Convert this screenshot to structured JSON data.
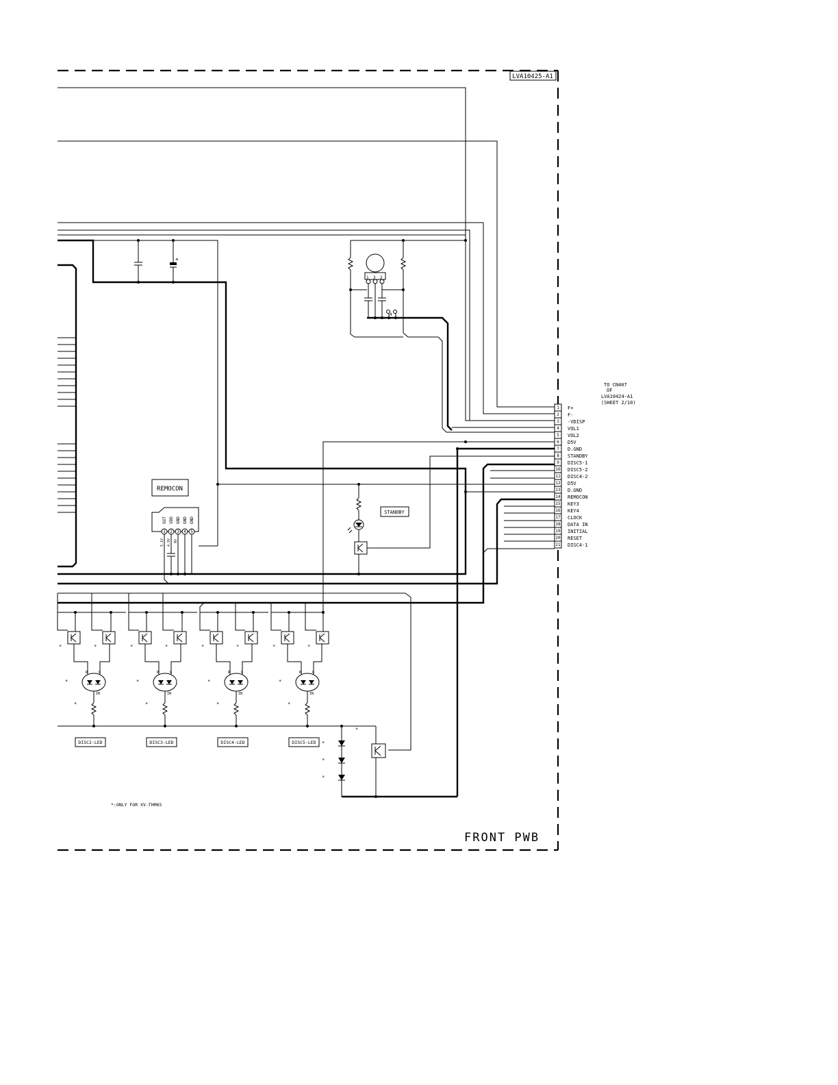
{
  "board": {
    "id": "LVA10425-A1",
    "name": "FRONT PWB"
  },
  "connector": {
    "note": [
      "TO CN407",
      "OF",
      "LVA10424-A1",
      "(SHEET 2/10)"
    ],
    "pins": [
      {
        "num": "1",
        "name": "F+"
      },
      {
        "num": "2",
        "name": "F-"
      },
      {
        "num": "3",
        "name": "-VDISP"
      },
      {
        "num": "4",
        "name": "VOL1"
      },
      {
        "num": "5",
        "name": "VOL2"
      },
      {
        "num": "6",
        "name": "D5V"
      },
      {
        "num": "7",
        "name": "D.GND"
      },
      {
        "num": "8",
        "name": "STANDBY"
      },
      {
        "num": "9",
        "name": "DISC5-1"
      },
      {
        "num": "10",
        "name": "DISC5-2"
      },
      {
        "num": "11",
        "name": "DISC4-2"
      },
      {
        "num": "12",
        "name": "D5V"
      },
      {
        "num": "13",
        "name": "D.GND"
      },
      {
        "num": "14",
        "name": "REMOCON"
      },
      {
        "num": "15",
        "name": "KEY3"
      },
      {
        "num": "16",
        "name": "KEY4"
      },
      {
        "num": "17",
        "name": "CLOCK"
      },
      {
        "num": "18",
        "name": "DATA IN"
      },
      {
        "num": "19",
        "name": "INITIAL"
      },
      {
        "num": "20",
        "name": "RESET"
      },
      {
        "num": "21",
        "name": "DISC4-1"
      }
    ]
  },
  "remocon": {
    "label": "REMOCON",
    "pins": [
      {
        "num": "1",
        "name": "OUT"
      },
      {
        "num": "2",
        "name": "VDD"
      },
      {
        "num": "3",
        "name": "GND"
      },
      {
        "num": "4",
        "name": "GND"
      },
      {
        "num": "5",
        "name": "GND"
      }
    ],
    "volt1": "5.1V",
    "volt2": "4.9V",
    "volt3": "0V"
  },
  "standby": {
    "label": "STANDBY"
  },
  "volume_pins": [
    "1",
    "3",
    "2"
  ],
  "leds": [
    {
      "label": "DISC2-LED"
    },
    {
      "label": "DISC3-LED"
    },
    {
      "label": "DISC4-LED"
    },
    {
      "label": "DISC5-LED"
    }
  ],
  "led_pins": [
    "R",
    "G",
    "IN"
  ],
  "marks": {
    "star": "*",
    "plus": "+",
    "cap_mark": "4"
  },
  "footnote": "*:ONLY FOR XV-THM65"
}
